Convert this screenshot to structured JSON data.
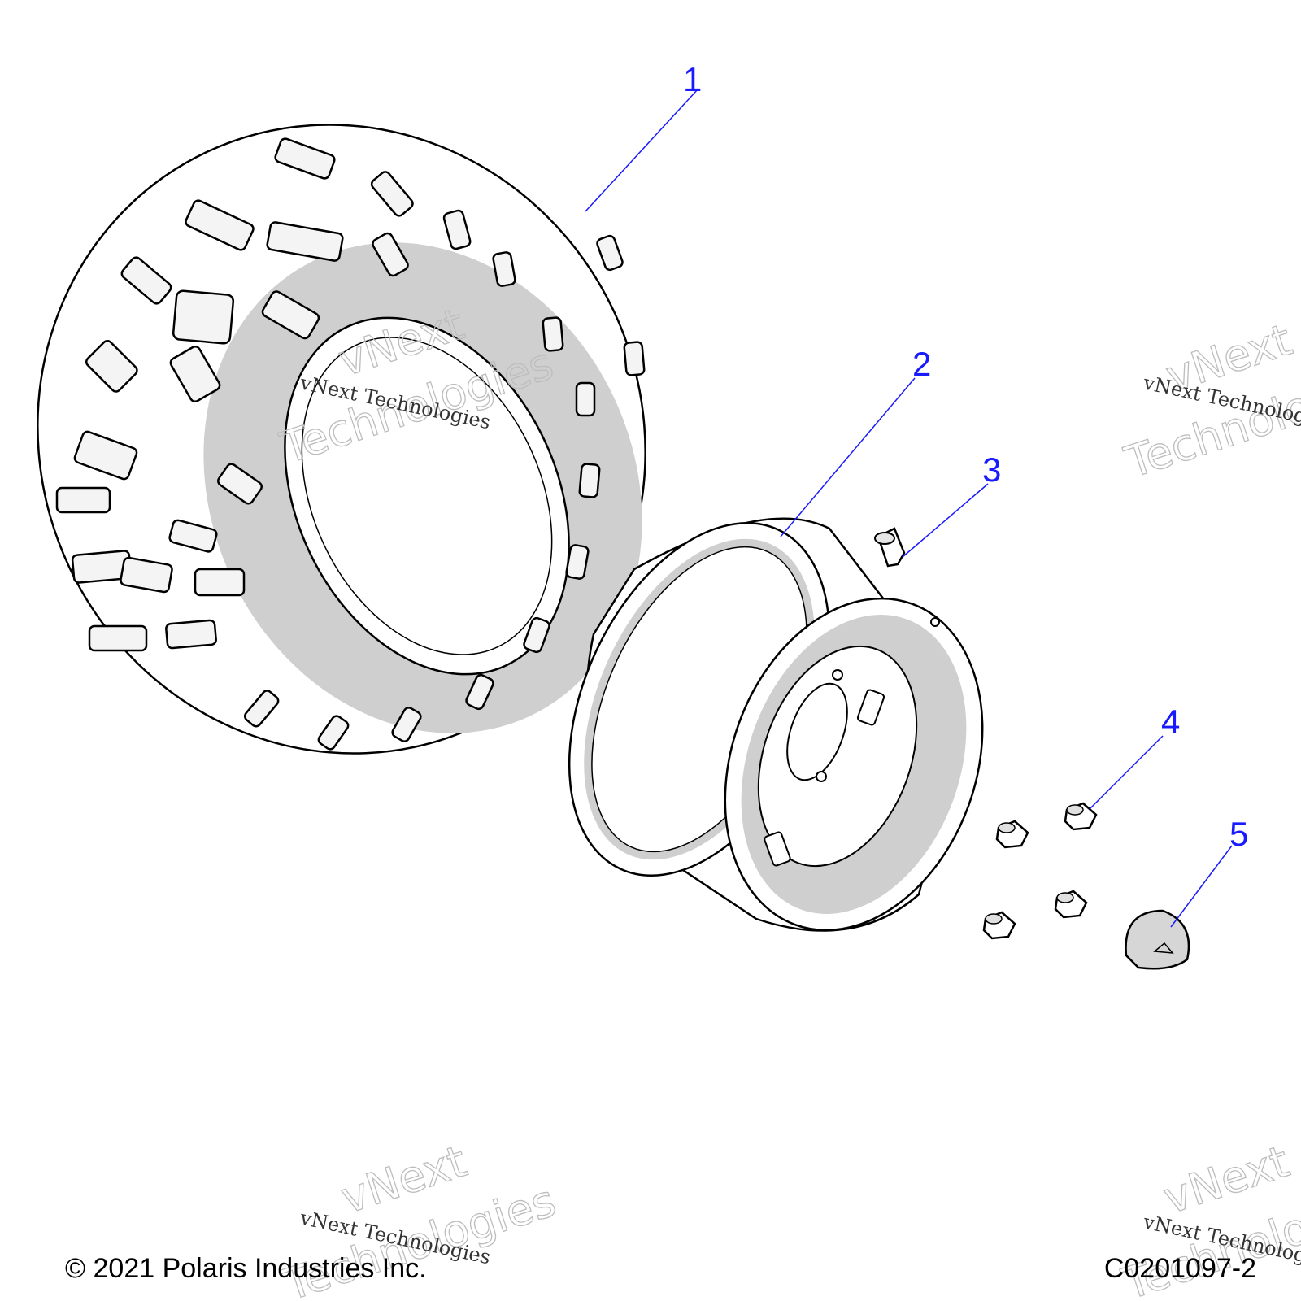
{
  "callouts": [
    {
      "id": "1",
      "part": "tire"
    },
    {
      "id": "2",
      "part": "wheel-rim"
    },
    {
      "id": "3",
      "part": "valve-stem"
    },
    {
      "id": "4",
      "part": "lug-nut"
    },
    {
      "id": "5",
      "part": "center-cap"
    }
  ],
  "watermark": {
    "line1": "vNext",
    "line2": "Technologies",
    "caption": "vNext Technologies"
  },
  "footer": {
    "copyright": "© 2021 Polaris Industries Inc.",
    "drawing_number": "C0201097-2"
  },
  "colors": {
    "callout": "#1a1aff",
    "shade": "#cfcfcf"
  }
}
